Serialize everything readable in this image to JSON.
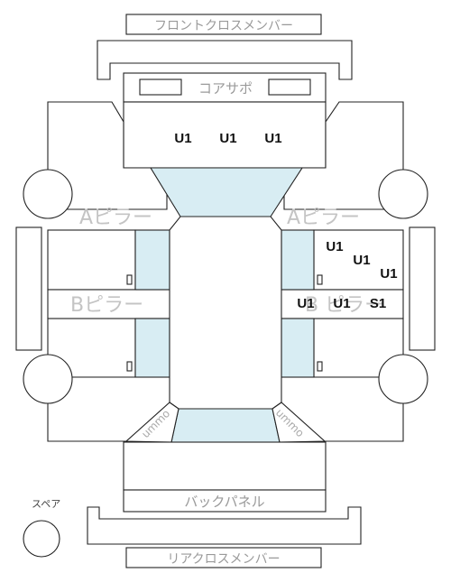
{
  "labels": {
    "front_cross_member": "フロントクロスメンバー",
    "core_support": "コアサポ",
    "a_pillar_left": "Aピラー",
    "a_pillar_right": "Aピラー",
    "b_pillar_left": "Bピラー",
    "b_pillar_right": "B ピラー",
    "back_panel": "バックパネル",
    "rear_cross_member": "リアクロスメンバー",
    "spare": "スペア",
    "corner_left": "ummo",
    "corner_right": "ummo"
  },
  "codes": {
    "core_support": [
      "U1",
      "U1",
      "U1"
    ],
    "right_front_door": [
      "U1",
      "U1",
      "U1"
    ],
    "right_b_pillar": [
      "U1",
      "U1",
      "S1"
    ]
  }
}
